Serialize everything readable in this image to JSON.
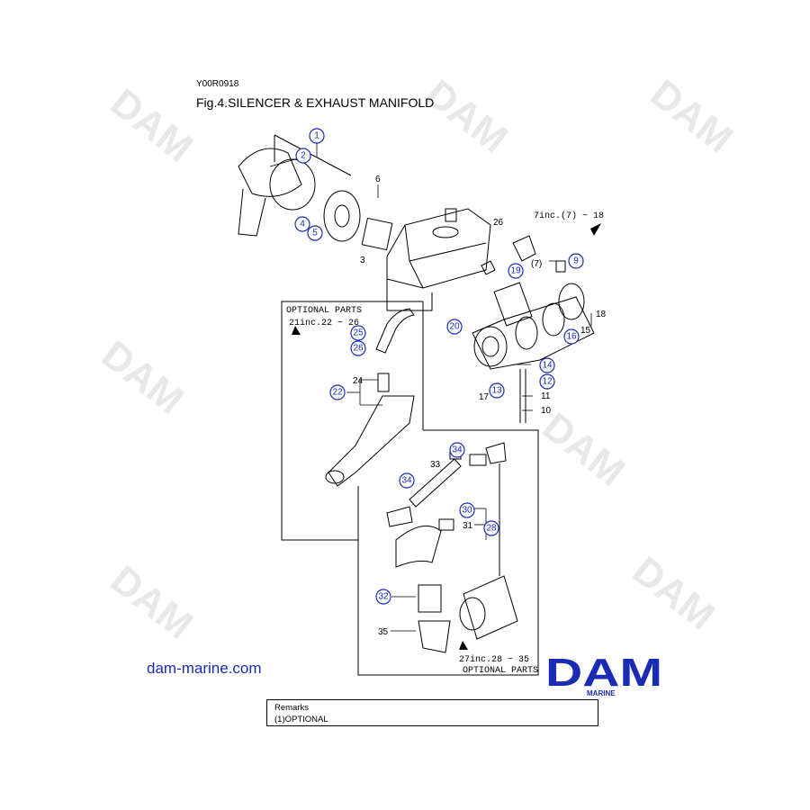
{
  "header": {
    "code": "Y00R0918",
    "title": "Fig.4.SILENCER & EXHAUST MANIFOLD"
  },
  "site": "dam-marine.com",
  "logo": {
    "main": "DAM",
    "sub": "MARINE"
  },
  "watermark": "DAM",
  "remarks": {
    "title": "Remarks",
    "line1": "(1)OPTIONAL"
  },
  "notes": {
    "top": "7inc.(7) ~ 18",
    "opt1_title": "OPTIONAL PARTS",
    "opt1_inc": "21inc.22 ~ 26",
    "opt2_inc": "27inc.28 ~ 35",
    "opt2_title": "OPTIONAL PARTS"
  },
  "callouts": {
    "c1": "1",
    "c2": "2",
    "c4": "4",
    "c5": "5",
    "c9": "9",
    "c12": "12",
    "c13": "13",
    "c14": "14",
    "c16": "16",
    "c19": "19",
    "c20": "20",
    "c22": "22",
    "c25": "25",
    "c26": "26",
    "c28": "28",
    "c30": "30",
    "c32": "32",
    "c34a": "34",
    "c34b": "34"
  },
  "labels": {
    "l3": "3",
    "l6": "6",
    "l7": "(7)",
    "l10": "10",
    "l11": "11",
    "l15": "15",
    "l17": "17",
    "l18": "18",
    "l24": "24",
    "l26": "26",
    "l31": "31",
    "l33": "33",
    "l35": "35"
  }
}
